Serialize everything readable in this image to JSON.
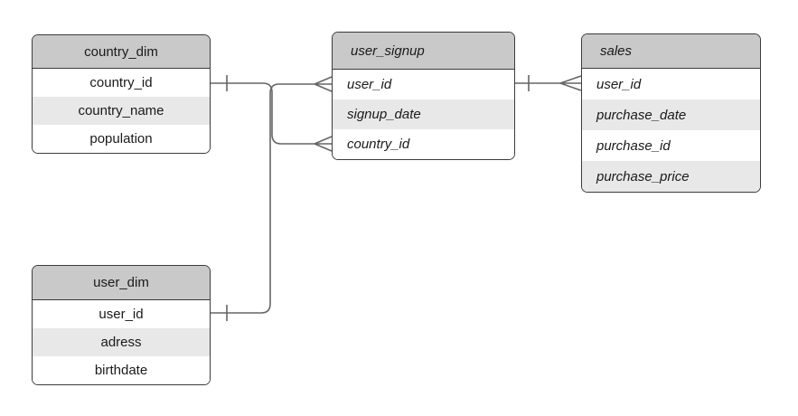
{
  "diagram": {
    "type": "entity-relationship",
    "background_color": "#ffffff",
    "line_color": "#666666",
    "table_border_color": "#3b3b3b",
    "header_fill_color": "#c9c9c9",
    "alt_row_fill_color": "#e8e8e8",
    "text_color": "#1a1a1a"
  },
  "tables": [
    {
      "title": "country_dim",
      "style": "plain-centered",
      "fields": [
        "country_id",
        "country_name",
        "population"
      ]
    },
    {
      "title": "user_signup",
      "style": "italic-left",
      "fields": [
        "user_id",
        "signup_date",
        "country_id"
      ]
    },
    {
      "title": "sales",
      "style": "italic-left",
      "fields": [
        "user_id",
        "purchase_date",
        "purchase_id",
        "purchase_price"
      ]
    },
    {
      "title": "user_dim",
      "style": "plain-centered",
      "fields": [
        "user_id",
        "adress",
        "birthdate"
      ]
    }
  ],
  "relationships": [
    {
      "from": "country_dim.country_id",
      "to": "user_signup.country_id",
      "from_cardinality": "one",
      "to_cardinality": "many"
    },
    {
      "from": "user_dim.user_id",
      "to": "user_signup.user_id",
      "from_cardinality": "one",
      "to_cardinality": "many"
    },
    {
      "from": "user_signup.user_id",
      "to": "sales.user_id",
      "from_cardinality": "one",
      "to_cardinality": "many"
    }
  ]
}
